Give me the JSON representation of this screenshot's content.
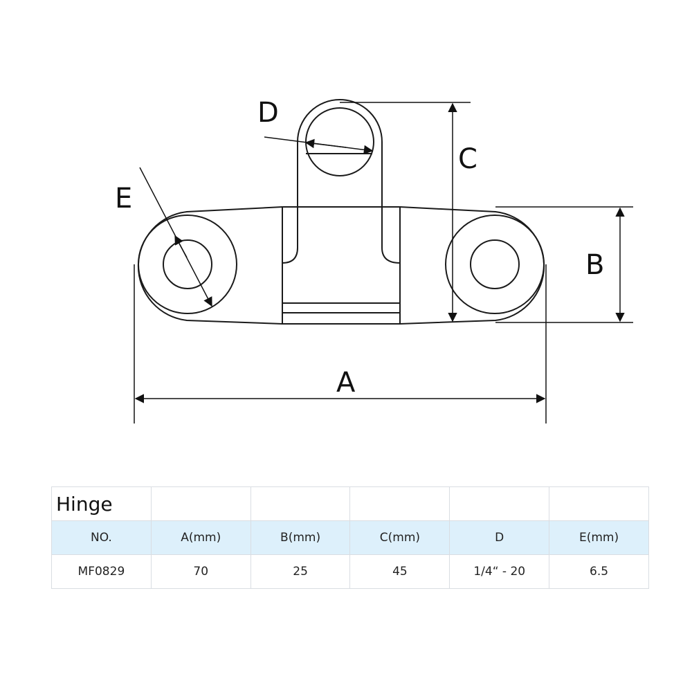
{
  "diagram": {
    "labels": {
      "a": "A",
      "b": "B",
      "c": "C",
      "d": "D",
      "e": "E"
    }
  },
  "table": {
    "title": "Hinge",
    "headers": [
      "NO.",
      "A(mm)",
      "B(mm)",
      "C(mm)",
      "D",
      "E(mm)"
    ],
    "rows": [
      [
        "MF0829",
        "70",
        "25",
        "45",
        "1/4“ - 20",
        "6.5"
      ]
    ]
  },
  "colors": {
    "header_background": "#ddf0fb",
    "line": "#1a1a1a",
    "grid": "#d9dde2"
  }
}
